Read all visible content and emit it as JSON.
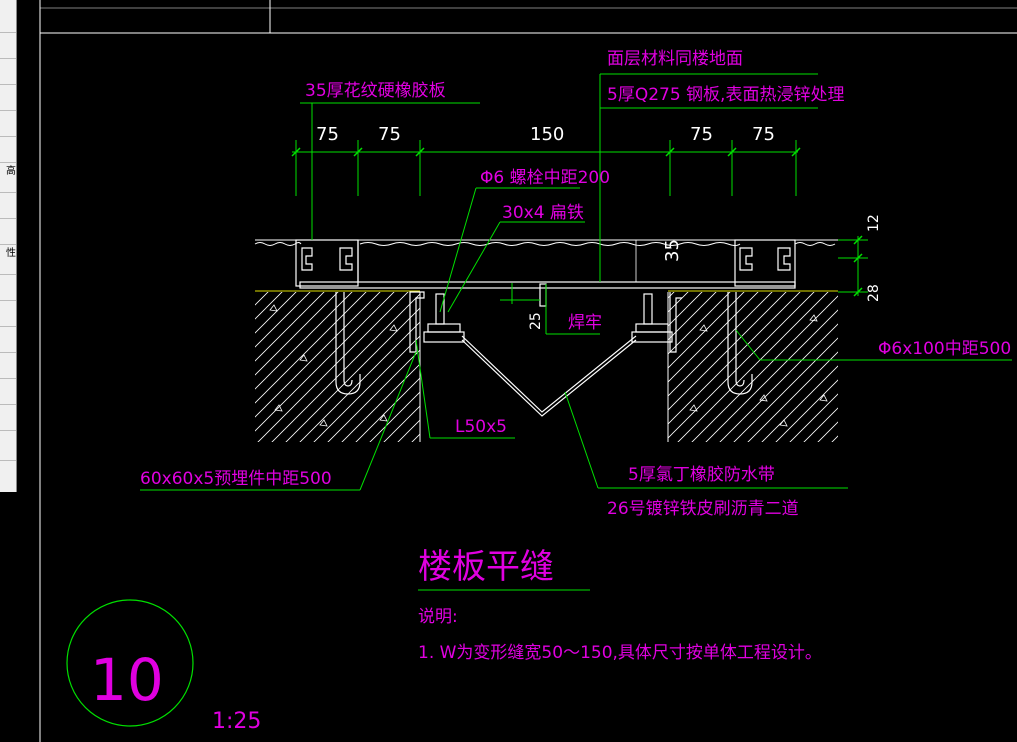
{
  "panel": {
    "fragments": [
      "高",
      "性"
    ]
  },
  "dims": {
    "seg1": "75",
    "seg2": "75",
    "seg3": "150",
    "seg4": "75",
    "seg5": "75",
    "right_top": "12",
    "right_bottom": "28",
    "inner": "35",
    "weld_dim": "25"
  },
  "labels": {
    "surface_material": "面层材料同楼地面",
    "steel_plate": "5厚Q275 钢板,表面热浸锌处理",
    "rubber_plate": "35厚花纹硬橡胶板",
    "bolt": "Φ6 螺栓中距200",
    "flat_iron": "30x4 扁铁",
    "weld": "焊牢",
    "anchor": "Φ6x100中距500",
    "angle": "L50x5",
    "embedded": "60x60x5预埋件中距500",
    "waterstop": "5厚氯丁橡胶防水带",
    "galvanized": "26号镀锌铁皮刷沥青二道"
  },
  "title": {
    "name": "楼板平缝",
    "notes_heading": "说明:",
    "note1": "1. W为变形缝宽50～150,具体尺寸按单体工程设计。"
  },
  "detail": {
    "number": "10",
    "scale": "1:25"
  },
  "colors": {
    "magenta": "#e000e0",
    "green": "#00e000",
    "white": "#ffffff",
    "yellow": "#e0e000",
    "bg": "#000000"
  }
}
